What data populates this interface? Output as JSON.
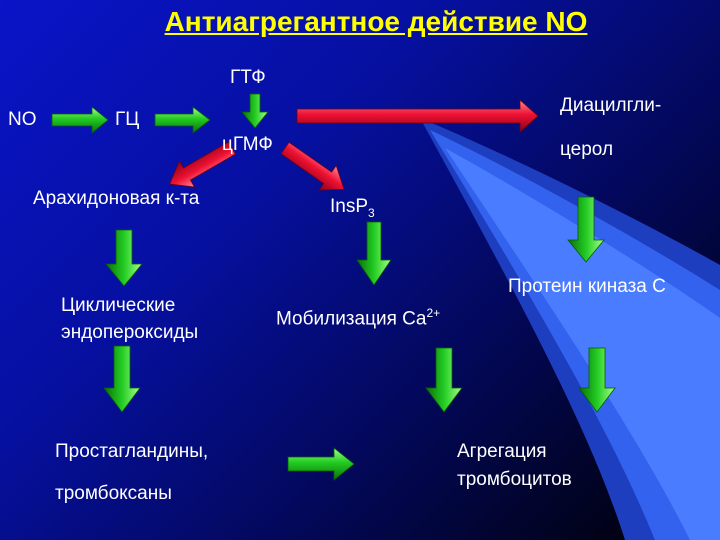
{
  "title": "Антиагрегантное действие NO",
  "nodes": {
    "no": "NO",
    "gc": "ГЦ",
    "gtp": "ГТФ",
    "cgmp": "цГМФ",
    "dag_line1": "Диацилгли-",
    "dag_line2": "церол",
    "arachidonic": "Арахидоновая к-та",
    "insp3_base": "InsP",
    "insp3_sub": "3",
    "pkc": "Протеин киназа С",
    "endoperox_line1": "Циклические",
    "endoperox_line2": "эндопероксиды",
    "ca_base": "Мобилизация Ca",
    "ca_sup": "2+",
    "prostaglandins_line1": "Простагландины,",
    "prostaglandins_line2": "тромбоксаны",
    "aggregation_line1": "Агрегация",
    "aggregation_line2": "тромбоцитов"
  },
  "colors": {
    "title": "#ffff00",
    "text": "#ffffff",
    "stimulating_arrow": "#22cc22",
    "inhibiting_arrow": "#ee1133"
  }
}
